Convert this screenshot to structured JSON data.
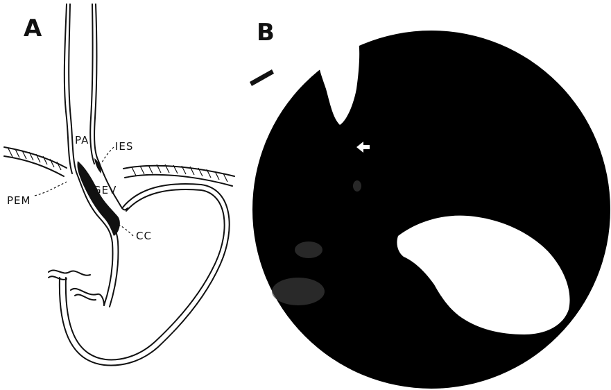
{
  "panels": {
    "a": {
      "letter": "A"
    },
    "b": {
      "letter": "B"
    }
  },
  "labels": {
    "pa": "PA",
    "ies": "IES",
    "gev": "GEV",
    "pem": "PEM",
    "cc": "CC"
  },
  "colors": {
    "ink": "#111111",
    "photo_background": "#000000",
    "photo_highlight": "#ffffff"
  }
}
